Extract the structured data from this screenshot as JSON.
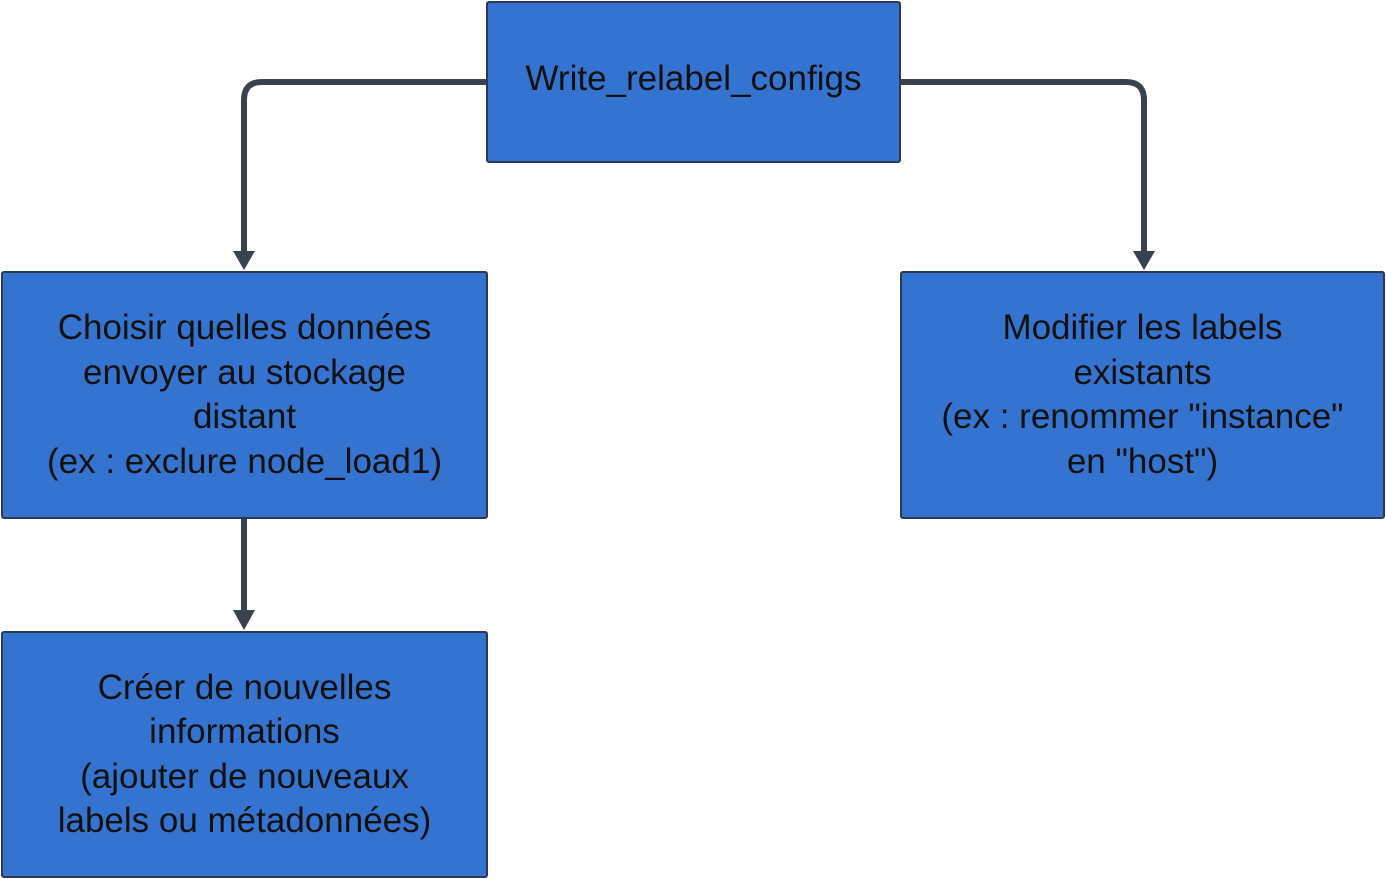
{
  "diagram": {
    "colors": {
      "node_fill": "#3474D0",
      "node_border": "#2a3a55",
      "connector": "#3a4250",
      "text": "#111111"
    },
    "nodes": {
      "root": {
        "lines": [
          "Write_relabel_configs"
        ]
      },
      "left": {
        "lines": [
          "Choisir quelles données",
          "envoyer au stockage",
          "distant",
          "(ex : exclure node_load1)"
        ]
      },
      "right": {
        "lines": [
          "Modifier les labels",
          "existants",
          "(ex : renommer \"instance\"",
          "en \"host\")"
        ]
      },
      "bottom": {
        "lines": [
          "Créer de nouvelles",
          "informations",
          "(ajouter de nouveaux",
          "labels ou métadonnées)"
        ]
      }
    },
    "edges": [
      {
        "from": "root",
        "to": "left"
      },
      {
        "from": "root",
        "to": "right"
      },
      {
        "from": "left",
        "to": "bottom"
      }
    ]
  }
}
